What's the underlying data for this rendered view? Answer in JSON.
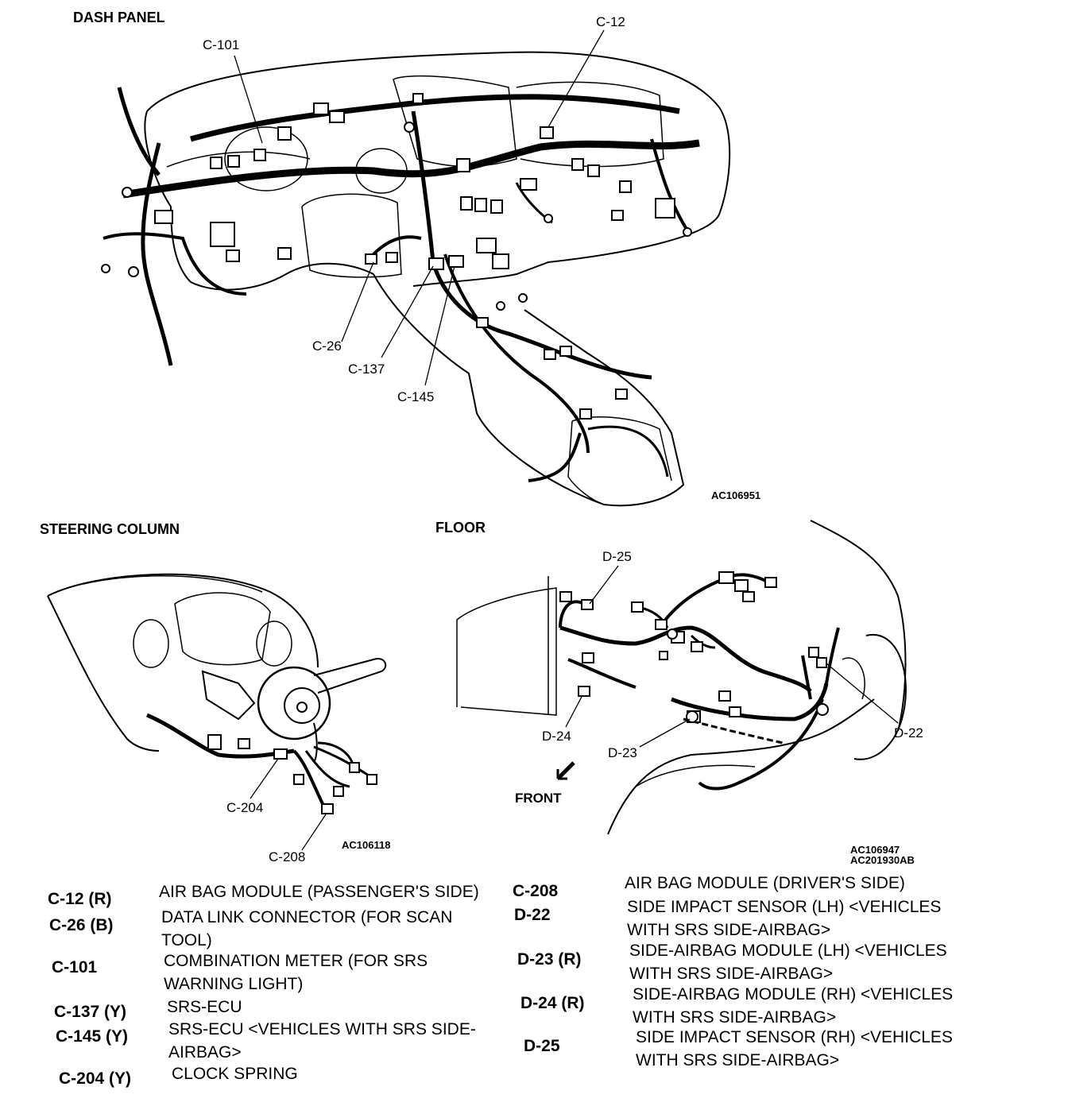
{
  "sections": {
    "dash_panel": "DASH PANEL",
    "steering_column": "STEERING COLUMN",
    "floor": "FLOOR"
  },
  "callouts": {
    "c12": "C-12",
    "c101": "C-101",
    "c26": "C-26",
    "c137": "C-137",
    "c145": "C-145",
    "c204": "C-204",
    "c208": "C-208",
    "d25": "D-25",
    "d24": "D-24",
    "d23": "D-23",
    "d22": "D-22"
  },
  "front_label": "FRONT",
  "figure_codes": {
    "dash": "AC106951",
    "steering": "AC106118",
    "floor_1": "AC106947",
    "floor_2": "AC201930AB"
  },
  "legend_left": [
    {
      "code": "C-12 (R)",
      "desc": [
        "AIR BAG MODULE (PASSENGER'S SIDE)"
      ]
    },
    {
      "code": "C-26 (B)",
      "desc": [
        "DATA LINK CONNECTOR (FOR SCAN",
        "TOOL)"
      ]
    },
    {
      "code": "C-101",
      "desc": [
        "COMBINATION METER (FOR SRS",
        "WARNING LIGHT)"
      ]
    },
    {
      "code": "C-137 (Y)",
      "desc": [
        "SRS-ECU"
      ]
    },
    {
      "code": "C-145 (Y)",
      "desc": [
        "SRS-ECU <VEHICLES WITH SRS SIDE-",
        "AIRBAG>"
      ]
    },
    {
      "code": "C-204 (Y)",
      "desc": [
        "CLOCK SPRING"
      ]
    }
  ],
  "legend_right": [
    {
      "code": "C-208",
      "desc": [
        "AIR BAG MODULE (DRIVER'S SIDE)"
      ]
    },
    {
      "code": "D-22",
      "desc": [
        "SIDE IMPACT SENSOR (LH) <VEHICLES",
        "WITH SRS SIDE-AIRBAG>"
      ]
    },
    {
      "code": "D-23 (R)",
      "desc": [
        "SIDE-AIRBAG MODULE (LH) <VEHICLES",
        "WITH SRS SIDE-AIRBAG>"
      ]
    },
    {
      "code": "D-24 (R)",
      "desc": [
        "SIDE-AIRBAG MODULE (RH) <VEHICLES",
        "WITH SRS SIDE-AIRBAG>"
      ]
    },
    {
      "code": "D-25",
      "desc": [
        "SIDE IMPACT SENSOR (RH) <VEHICLES",
        "WITH SRS SIDE-AIRBAG>"
      ]
    }
  ]
}
